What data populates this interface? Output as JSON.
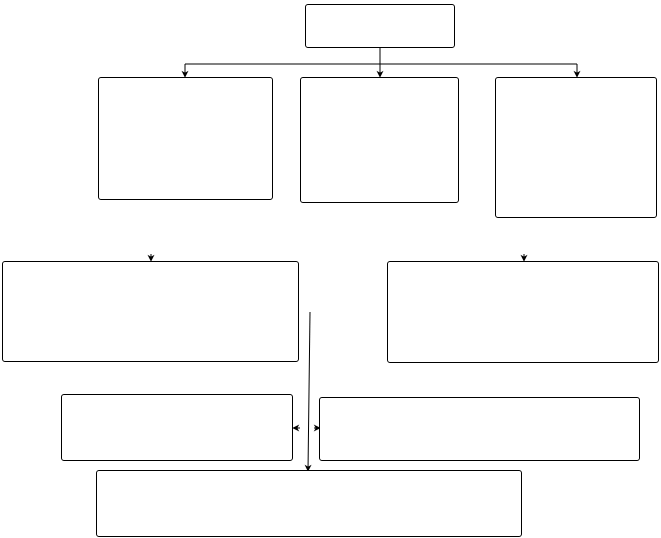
{
  "diagram": {
    "line_color": "#000000",
    "box_border_color": "#000000",
    "background": "#ffffff",
    "nodes": [
      {
        "id": "root",
        "label": ""
      },
      {
        "id": "branch-left",
        "label": ""
      },
      {
        "id": "branch-center",
        "label": ""
      },
      {
        "id": "branch-right",
        "label": ""
      },
      {
        "id": "mid-left",
        "label": ""
      },
      {
        "id": "mid-right",
        "label": ""
      },
      {
        "id": "lower-left",
        "label": ""
      },
      {
        "id": "lower-right",
        "label": ""
      },
      {
        "id": "bottom",
        "label": ""
      }
    ]
  }
}
